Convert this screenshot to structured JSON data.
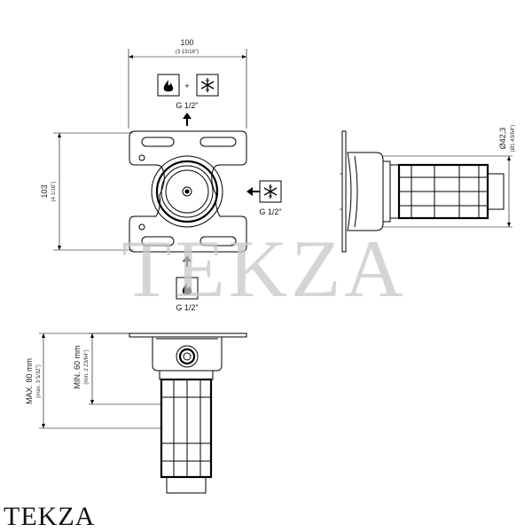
{
  "front_view": {
    "width_dim": "100",
    "width_dim_inch": "(3 15/16\")",
    "height_dim": "103",
    "height_dim_inch": "(4 1/16\")",
    "top_connection": "G 1/2\"",
    "right_connection": "G 1/2\"",
    "bottom_connection": "G 1/2\"",
    "top_plus": "+"
  },
  "side_view": {
    "diameter_dim": "Ø42,3",
    "diameter_dim_inch": "(Ø1 43/64\")"
  },
  "bottom_view": {
    "max_dim": "MAX. 80 mm",
    "max_dim_inch": "(max. 3 5/32\")",
    "min_dim": "MIN. 60 mm",
    "min_dim_inch": "(min. 2 23/64\")"
  },
  "watermark": {
    "center": "TEKZA",
    "corner": "TEKZA"
  },
  "icons": [
    "flame-icon",
    "snowflake-icon"
  ]
}
